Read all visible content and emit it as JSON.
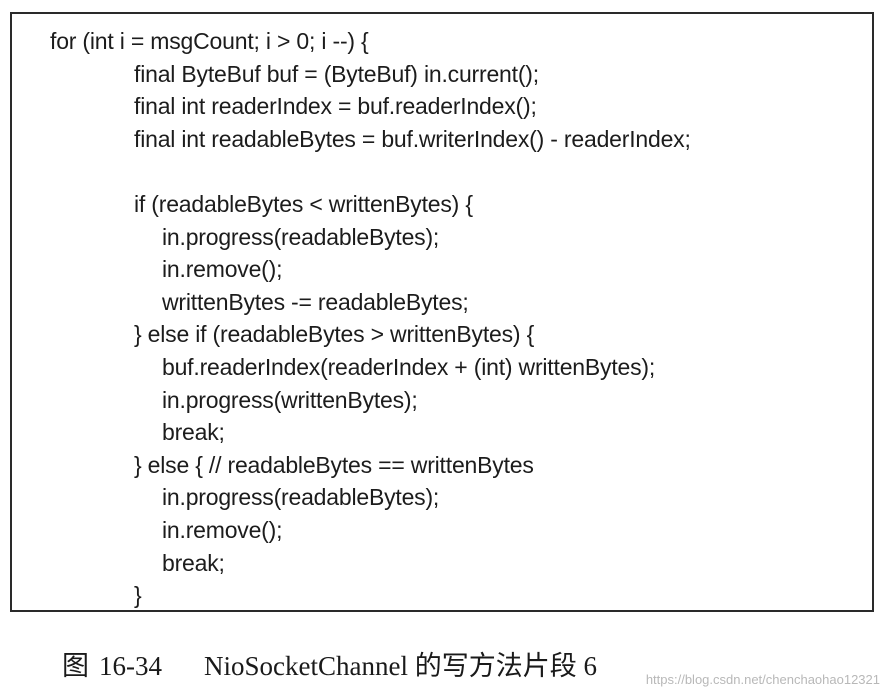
{
  "code_lines": [
    {
      "text": "for (int i = msgCount; i > 0; i --) {",
      "indent": 0
    },
    {
      "text": "final ByteBuf buf = (ByteBuf) in.current();",
      "indent": 1
    },
    {
      "text": "final int readerIndex = buf.readerIndex();",
      "indent": 1
    },
    {
      "text": "final int readableBytes = buf.writerIndex() - readerIndex;",
      "indent": 1
    },
    {
      "text": "",
      "indent": 1
    },
    {
      "text": "if (readableBytes < writtenBytes) {",
      "indent": 1
    },
    {
      "text": "in.progress(readableBytes);",
      "indent": 2
    },
    {
      "text": "in.remove();",
      "indent": 2
    },
    {
      "text": "writtenBytes -= readableBytes;",
      "indent": 2
    },
    {
      "text": "} else if (readableBytes > writtenBytes) {",
      "indent": 1
    },
    {
      "text": "buf.readerIndex(readerIndex + (int) writtenBytes);",
      "indent": 2
    },
    {
      "text": "in.progress(writtenBytes);",
      "indent": 2
    },
    {
      "text": "break;",
      "indent": 2
    },
    {
      "text": "} else { // readableBytes == writtenBytes",
      "indent": 1
    },
    {
      "text": "in.progress(readableBytes);",
      "indent": 2
    },
    {
      "text": "in.remove();",
      "indent": 2
    },
    {
      "text": "break;",
      "indent": 2
    },
    {
      "text": "}",
      "indent": 1
    }
  ],
  "caption": {
    "label": "图",
    "number": "16-34",
    "title": "NioSocketChannel 的写方法片段 6"
  },
  "watermark": "https://blog.csdn.net/chenchaohao12321"
}
